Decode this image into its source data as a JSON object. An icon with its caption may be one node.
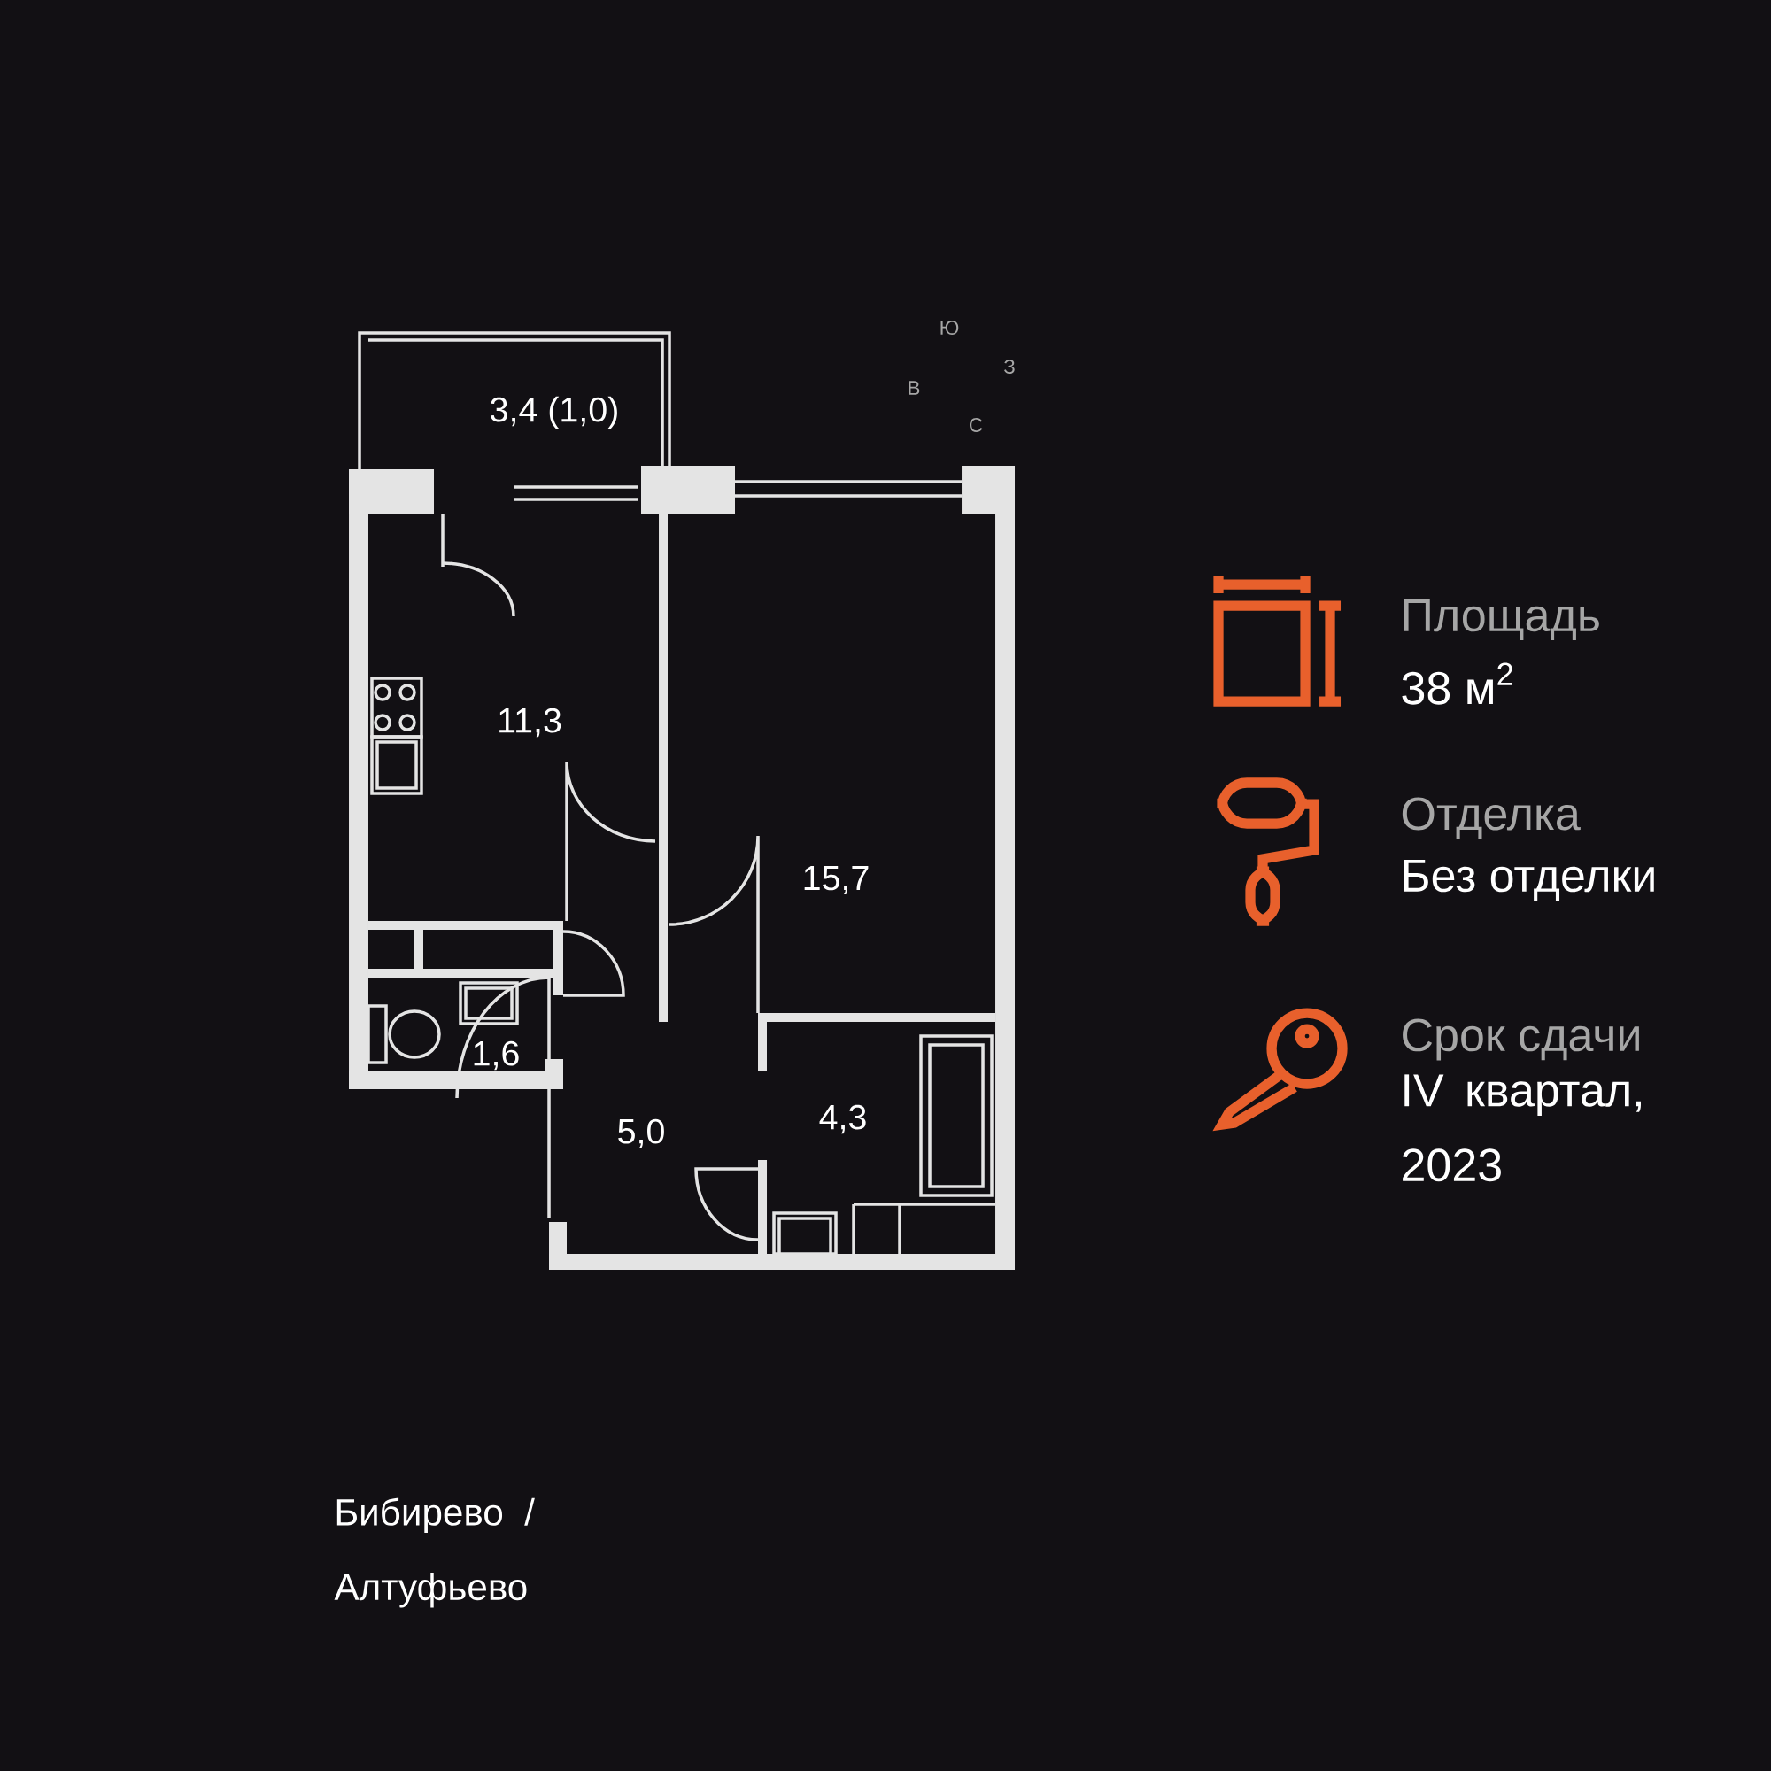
{
  "diagram": {
    "labels": [
      "Ю",
      "З",
      "В",
      "С",
      "3,4 (1,0)",
      "11,3",
      "15,7",
      "1,6",
      "5,0",
      "4,3",
      "Площадь",
      "38 м$^{2}$",
      "Отделка",
      "Без отделки",
      "Срок сдачи",
      "IV квартал, 2023",
      "Бибирево / Алтуфьево"
    ]
  }
}
